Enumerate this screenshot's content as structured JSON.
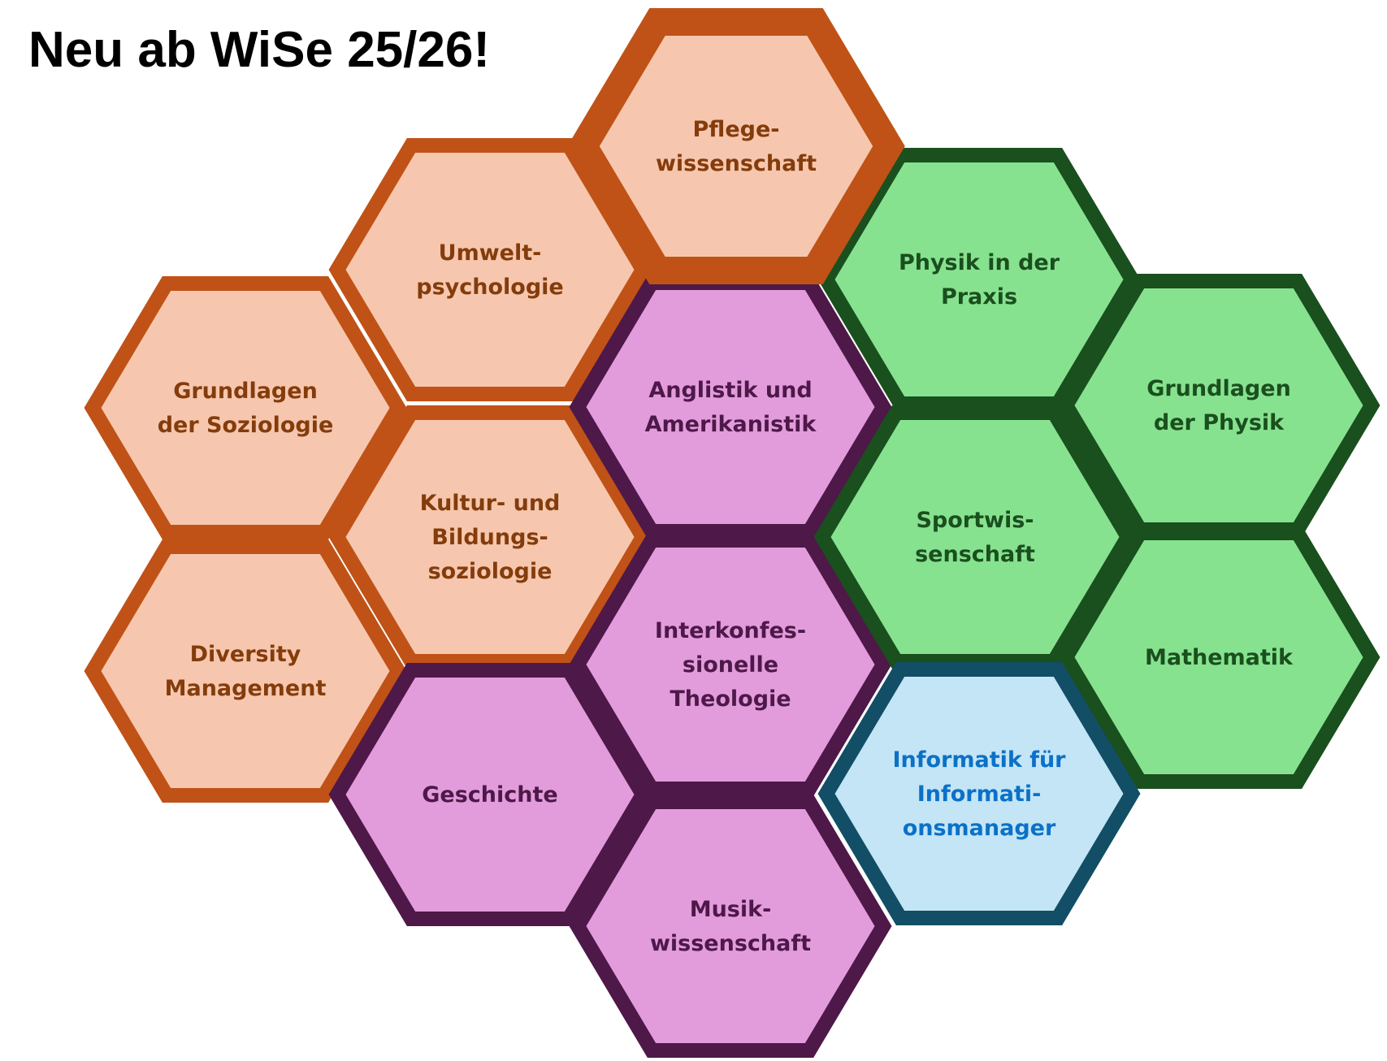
{
  "headline": "Neu ab WiSe 25/26!",
  "groups": {
    "orange": {
      "fill": "#F6C7AE",
      "stroke": "#C05217",
      "text": "#843C0C"
    },
    "purple": {
      "fill": "#E29CDC",
      "stroke": "#4E1848",
      "text": "#4E1848"
    },
    "green": {
      "fill": "#87E290",
      "stroke": "#1A4F1E",
      "text": "#1A4F1E"
    },
    "blue": {
      "fill": "#C4E5F6",
      "stroke": "#124E65",
      "text": "#0B71C8"
    }
  },
  "modules": [
    {
      "id": "umweltpsychologie",
      "group": "orange",
      "lines": [
        "Umwelt-",
        "psychologie"
      ]
    },
    {
      "id": "grundlagen-soziologie",
      "group": "orange",
      "lines": [
        "Grundlagen",
        "der Soziologie"
      ]
    },
    {
      "id": "kultur-bildungssoziologie",
      "group": "orange",
      "lines": [
        "Kultur- und",
        "Bildungs-",
        "soziologie"
      ]
    },
    {
      "id": "diversity-management",
      "group": "orange",
      "lines": [
        "Diversity",
        "Management"
      ]
    },
    {
      "id": "anglistik",
      "group": "purple",
      "lines": [
        "Anglistik und",
        "Amerikanistik"
      ]
    },
    {
      "id": "interkonfessionelle-theologie",
      "group": "purple",
      "lines": [
        "Interkonfes-",
        "sionelle",
        "Theologie"
      ]
    },
    {
      "id": "geschichte",
      "group": "purple",
      "lines": [
        "Geschichte"
      ]
    },
    {
      "id": "musikwissenschaft",
      "group": "purple",
      "lines": [
        "Musik-",
        "wissenschaft"
      ]
    },
    {
      "id": "physik-praxis",
      "group": "green",
      "lines": [
        "Physik in der",
        "Praxis"
      ]
    },
    {
      "id": "grundlagen-physik",
      "group": "green",
      "lines": [
        "Grundlagen",
        "der Physik"
      ]
    },
    {
      "id": "sportwissenschaft",
      "group": "green",
      "lines": [
        "Sportwis-",
        "senschaft"
      ]
    },
    {
      "id": "mathematik",
      "group": "green",
      "lines": [
        "Mathematik"
      ]
    },
    {
      "id": "informatik",
      "group": "blue",
      "lines": [
        "Informatik für",
        "Informati-",
        "onsmanager"
      ]
    },
    {
      "id": "pflegewissenschaft",
      "group": "orange",
      "highlight": true,
      "lines": [
        "Pflege-",
        "wissenschaft"
      ]
    }
  ]
}
